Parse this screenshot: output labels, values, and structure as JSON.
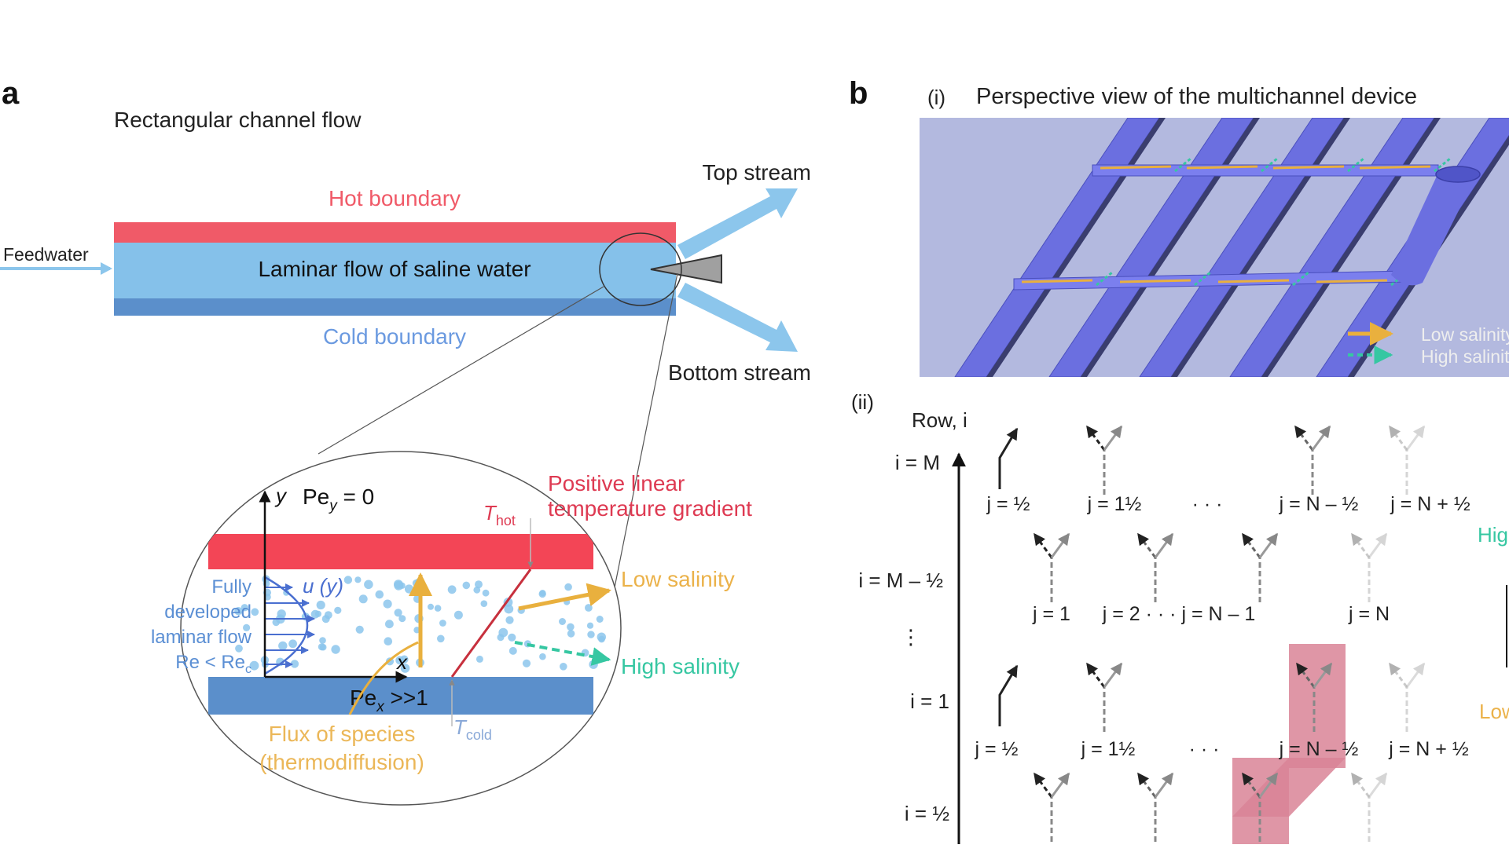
{
  "panel_a": {
    "letter": "a",
    "heading": "Rectangular channel flow",
    "hot_boundary": "Hot boundary",
    "cold_boundary": "Cold boundary",
    "feedwater": "Feedwater",
    "channel_label": "Laminar flow of saline water",
    "top_stream": "Top stream",
    "bottom_stream": "Bottom stream",
    "zoom": {
      "y_axis": "y",
      "x_axis": "x",
      "pe_y": "Pe",
      "pe_y_sub": "y",
      "pe_y_rest": " = 0",
      "pe_x": "Pe",
      "pe_x_sub": "x",
      "pe_x_rest": " >>1",
      "u_y": "u (y)",
      "fully": "Fully",
      "developed": "developed",
      "laminar": "laminar flow",
      "re": "Re < Re",
      "re_sub": "c",
      "t_hot": "T",
      "t_hot_sub": "hot",
      "t_cold": "T",
      "t_cold_sub": "cold",
      "gradient_line1": "Positive linear",
      "gradient_line2": "temperature gradient",
      "low_salinity": "Low salinity",
      "high_salinity": "High salinity",
      "flux_line1": "Flux of species",
      "flux_line2": "(thermodiffusion)"
    }
  },
  "panel_b": {
    "letter": "b",
    "sub_i": "(i)",
    "perspective_title": "Perspective view of the multichannel device",
    "legend_low": "Low salinity",
    "legend_high": "High salinity",
    "sub_ii": "(ii)",
    "row_axis": "Row, i",
    "row_labels": [
      "i = M",
      "i = M – ½",
      "⋮",
      "i = 1",
      "i = ½"
    ],
    "top_j": [
      "j = ½",
      "j = 1½",
      "· · ·",
      "j = N – ½",
      "j = N + ½"
    ],
    "mid_j": [
      "j = 1",
      "j = 2 · · · j = N – 1",
      "j = N"
    ],
    "bot_j": [
      "j = ½",
      "j = 1½",
      "· · ·",
      "j = N – ½",
      "j = N + ½"
    ],
    "right_high": "High salinity",
    "right_low": "Low salinity"
  },
  "colors": {
    "hot": "#f05a68",
    "channel": "#85c1ea",
    "cold": "#5b8fcb",
    "arrow": "#8cc6ec",
    "low": "#e9b03e",
    "high": "#36c7a2",
    "red_text": "#de3a52",
    "blue_text": "#5b8fd4",
    "device_bg": "#b3b9df",
    "device_ch": "#6b6fe0",
    "pink": "#d98496"
  }
}
